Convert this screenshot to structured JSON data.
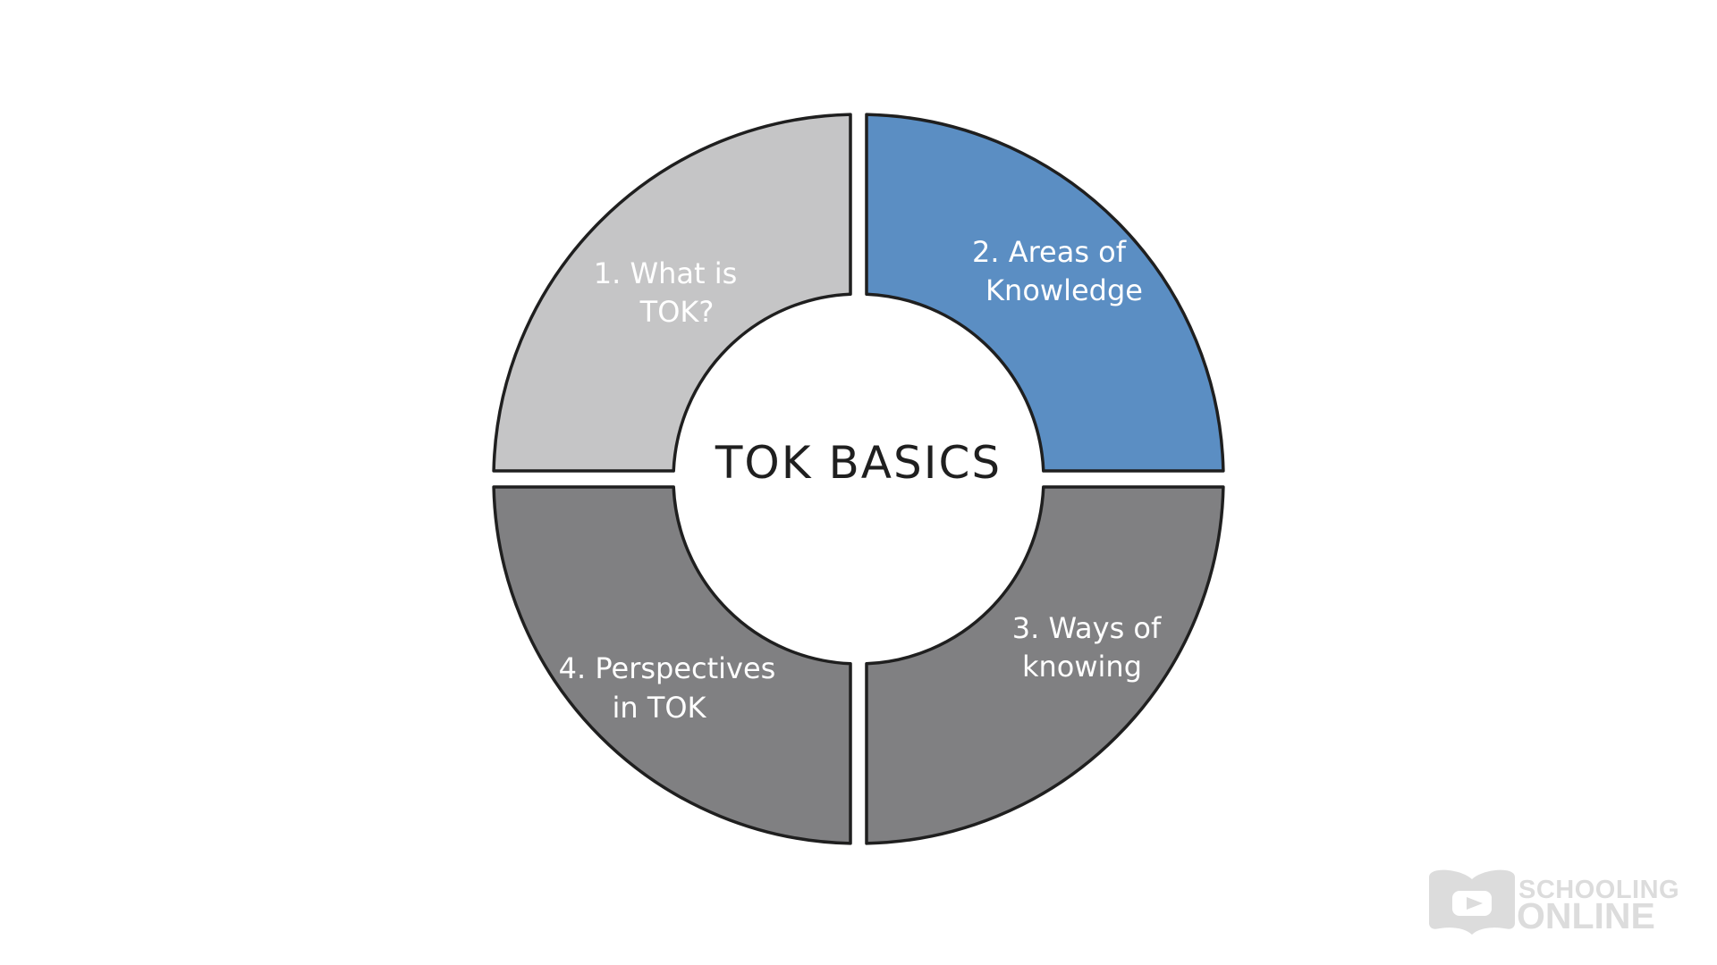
{
  "page": {
    "background": "#ffffff"
  },
  "diagram": {
    "center_title": "TOK BASICS",
    "center_title_color": "#1f1f1f",
    "outline_color": "#1f1f1f",
    "label_color": "#ffffff",
    "segments": [
      {
        "position": "top-left",
        "line1": "1. What is",
        "line2": "TOK?",
        "color": "#c5c5c6"
      },
      {
        "position": "top-right",
        "line1": "2. Areas of",
        "line2": "Knowledge",
        "color": "#5b8ec3"
      },
      {
        "position": "bottom-right",
        "line1": "3. Ways of",
        "line2": "knowing",
        "color": "#808082"
      },
      {
        "position": "bottom-left",
        "line1": "4. Perspectives",
        "line2": "in TOK",
        "color": "#808082"
      }
    ]
  },
  "watermark": {
    "line1": "SCHOOLING",
    "line2": "ONLINE",
    "color": "#dcdcdc",
    "icon": "open-book-play-icon"
  }
}
